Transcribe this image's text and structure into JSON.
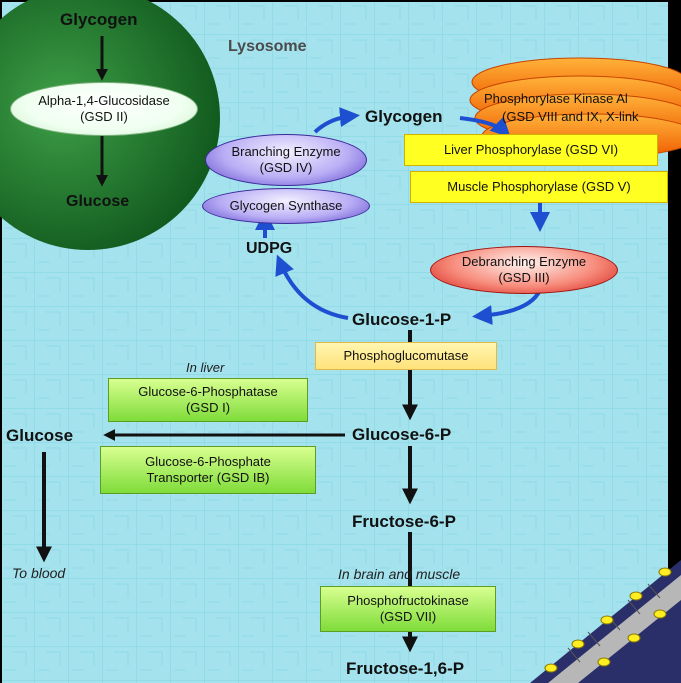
{
  "lysosome": {
    "title": "Lysosome",
    "glycogen": "Glycogen",
    "enzyme": "Alpha-1,4-Glucosidase (GSD II)",
    "glucose": "Glucose"
  },
  "cycle": {
    "glycogen": "Glycogen",
    "phosphorylase_kinase": "Phosphorylase Kinase Al",
    "phosphorylase_kinase_sub": "(GSD VIII and IX, X-link",
    "liver_phosphorylase": "Liver Phosphorylase (GSD VI)",
    "muscle_phosphorylase": "Muscle Phosphorylase (GSD V)",
    "debranching": "Debranching Enzyme (GSD III)",
    "branching": "Branching Enzyme (GSD IV)",
    "glycogen_synthase": "Glycogen Synthase",
    "udpg": "UDPG",
    "g1p": "Glucose-1-P"
  },
  "glycolysis": {
    "phosphoglucomutase": "Phosphoglucomutase",
    "in_liver": "In liver",
    "g6pase": "Glucose-6-Phosphatase (GSD I)",
    "g6p": "Glucose-6-P",
    "g6p_transporter": "Glucose-6-Phosphate Transporter (GSD IB)",
    "glucose": "Glucose",
    "to_blood": "To blood",
    "f6p": "Fructose-6-P",
    "in_brain_muscle": "In brain and muscle",
    "pfk": "Phosphofructokinase (GSD VII)",
    "f16p": "Fructose-1,6-P"
  },
  "colors": {
    "background": "#a4e2ed",
    "lysosome": "#1c7c2b",
    "arrow_blue": "#1d4fd0",
    "arrow_black": "#111111"
  }
}
